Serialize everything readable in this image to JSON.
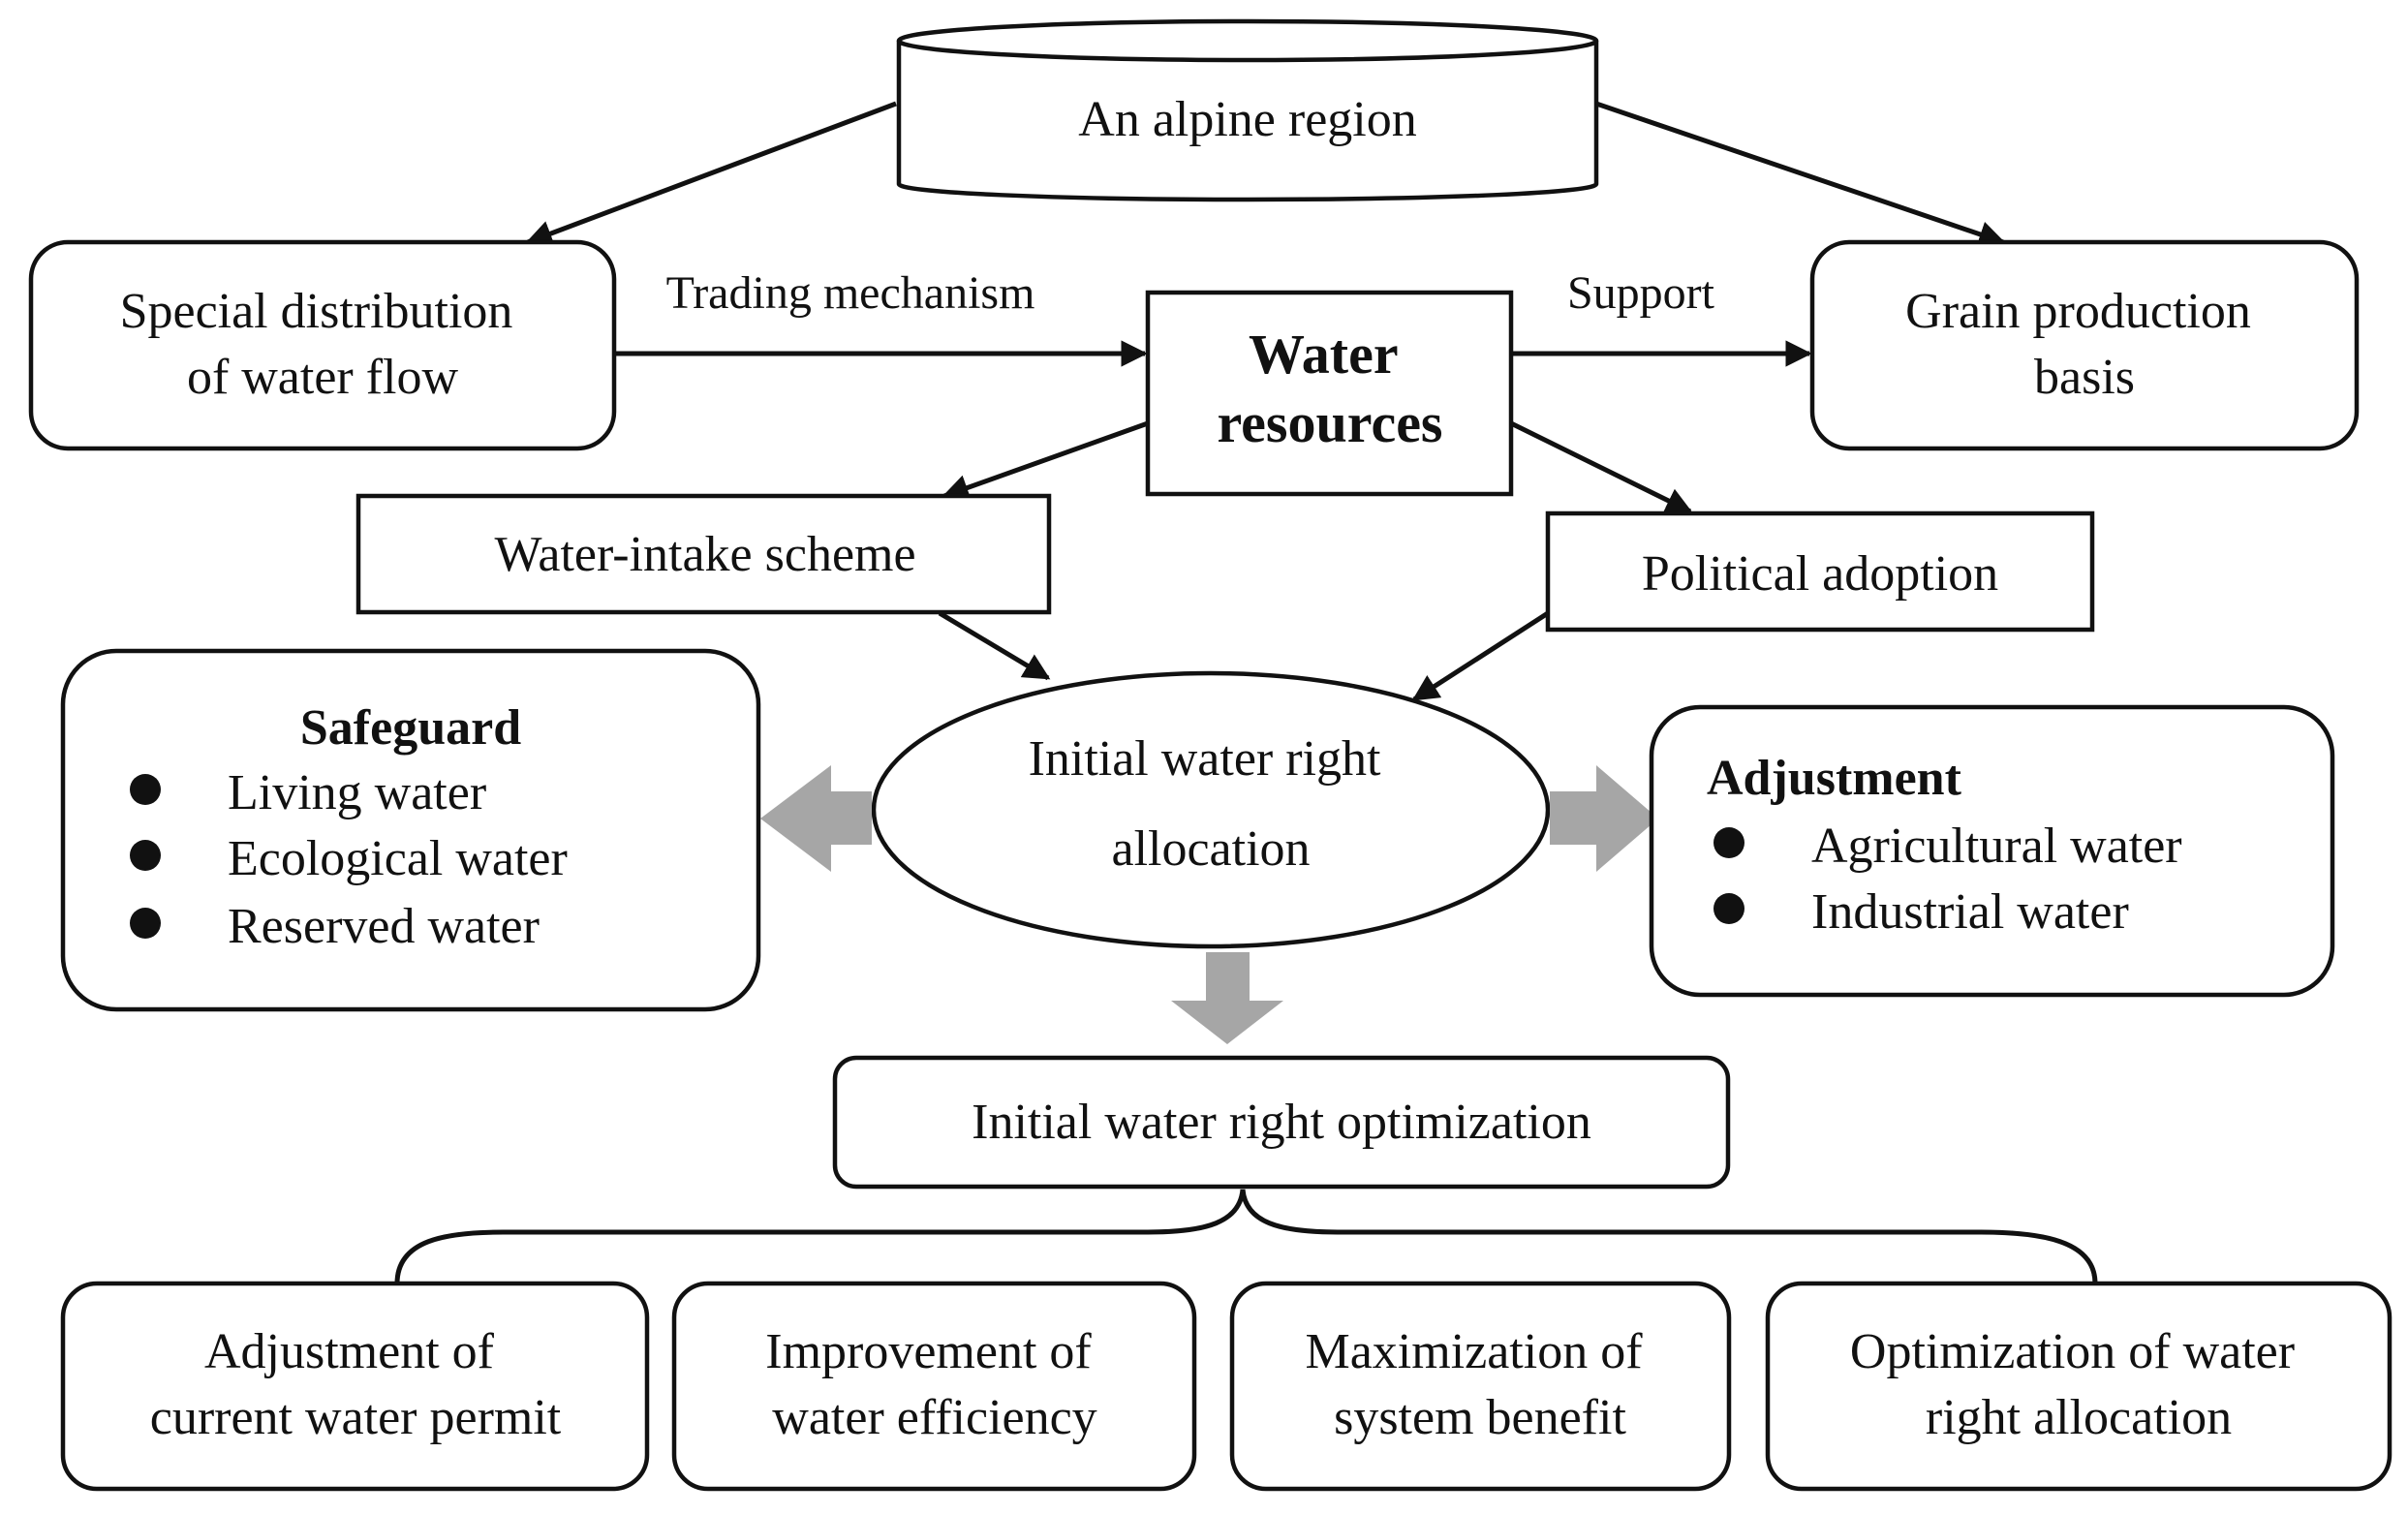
{
  "nodes": {
    "alpine_region": "An alpine region",
    "special_distribution": [
      "Special distribution",
      "of water flow"
    ],
    "water_resources": [
      "Water",
      "resources"
    ],
    "grain_production": [
      "Grain production",
      "basis"
    ],
    "water_intake": "Water-intake scheme",
    "political_adoption": "Political adoption",
    "initial_allocation": [
      "Initial water right",
      "allocation"
    ],
    "safeguard": {
      "title": "Safeguard",
      "items": [
        "Living water",
        "Ecological water",
        "Reserved water"
      ]
    },
    "adjustment": {
      "title": "Adjustment",
      "items": [
        "Agricultural water",
        "Industrial water"
      ]
    },
    "optimization": "Initial water right optimization",
    "outcomes": [
      [
        "Adjustment of",
        "current water permit"
      ],
      [
        "Improvement of",
        "water efficiency"
      ],
      [
        "Maximization of",
        "system benefit"
      ],
      [
        "Optimization of water",
        "right allocation"
      ]
    ]
  },
  "edges": {
    "trading_mechanism": "Trading mechanism",
    "support": "Support"
  },
  "colors": {
    "line": "#111111",
    "block_arrow": "#a6a6a6"
  }
}
